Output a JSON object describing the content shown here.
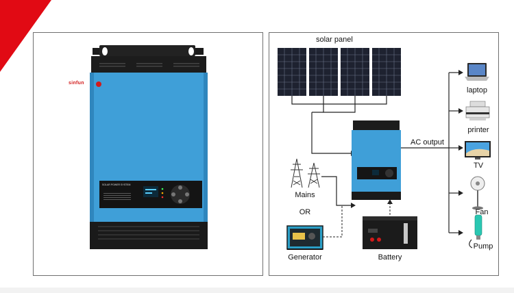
{
  "left_product": {
    "brand": "sinfun",
    "front_panel_title": "SOLAR POWER SYSTEM"
  },
  "diagram": {
    "solar_panel_label": "solar panel",
    "ac_output_label": "AC output",
    "mains_label": "Mains",
    "or_label": "OR",
    "generator_label": "Generator",
    "battery_label": "Battery",
    "loads": [
      "laptop",
      "printer",
      "TV",
      "Fan",
      "Pump"
    ]
  },
  "colors": {
    "accent_red": "#e10a14",
    "inverter_blue": "#3f9fd8",
    "inverter_black": "#1b1b1b"
  }
}
